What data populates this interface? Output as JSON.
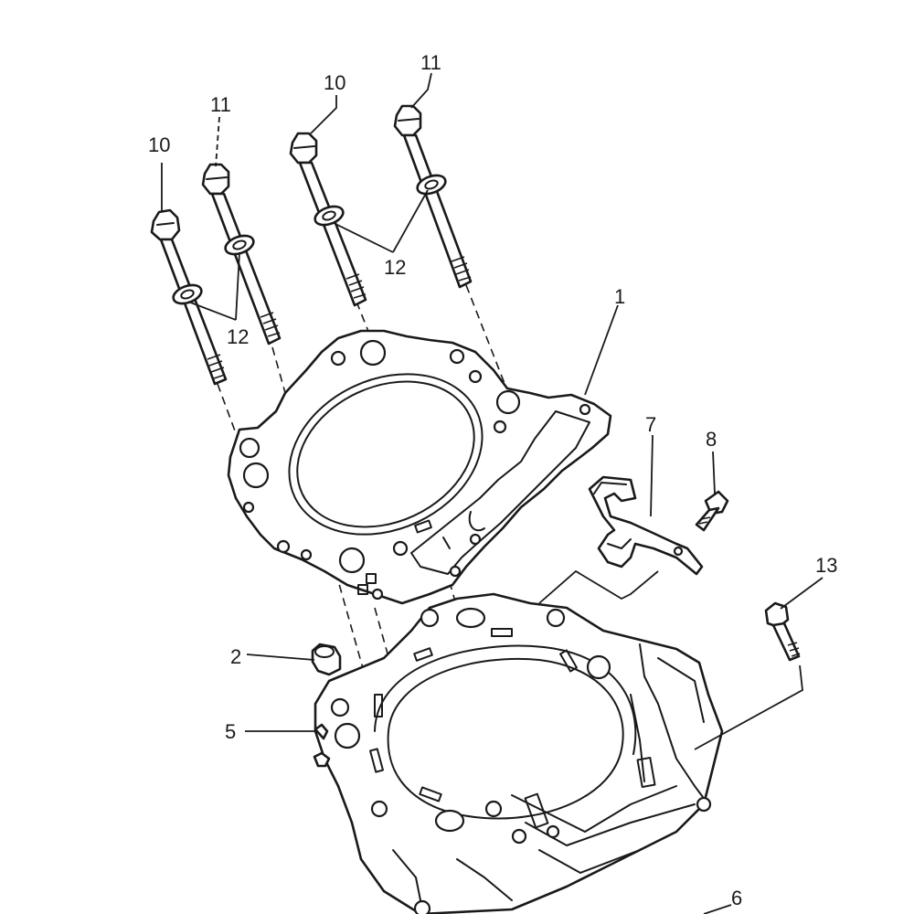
{
  "callouts": {
    "c10_left": "10",
    "c11_left": "11",
    "c10_mid": "10",
    "c11_right": "11",
    "c12_left": "12",
    "c12_right": "12",
    "c1": "1",
    "c7": "7",
    "c8": "8",
    "c13": "13",
    "c2": "2",
    "c5": "5",
    "c6": "6"
  },
  "colors": {
    "line": "#1a1a1a",
    "background": "#ffffff"
  }
}
